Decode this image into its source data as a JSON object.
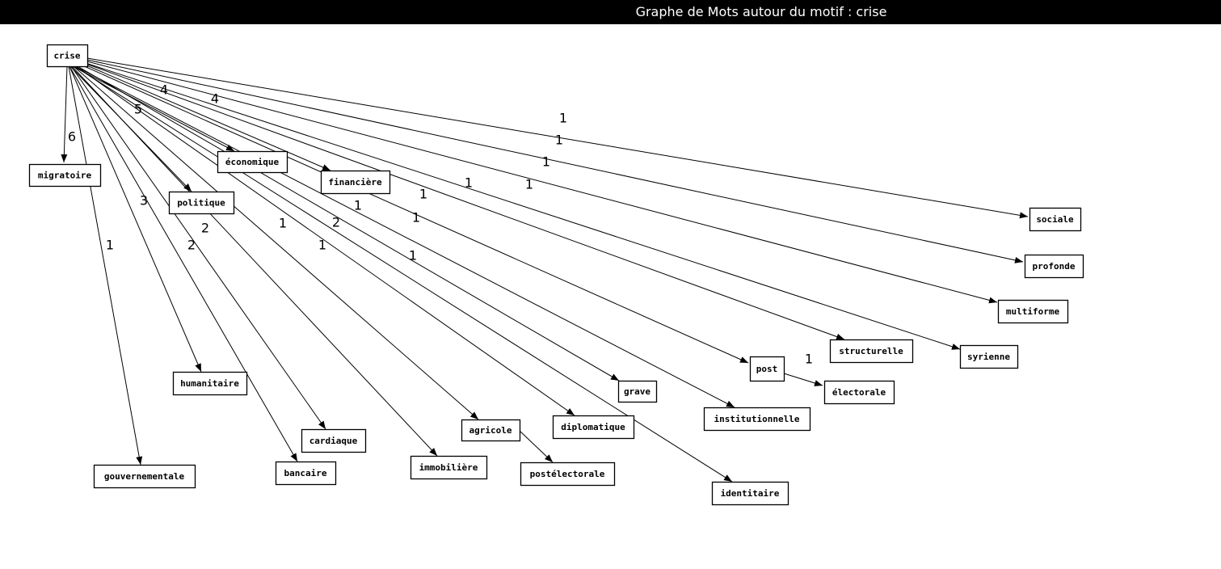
{
  "window": {
    "title": "Graphe de Mots autour du motif : crise"
  },
  "graph": {
    "nodes": [
      {
        "id": "crise",
        "label": "crise"
      },
      {
        "id": "migratoire",
        "label": "migratoire"
      },
      {
        "id": "economique",
        "label": "économique"
      },
      {
        "id": "financiere",
        "label": "financière"
      },
      {
        "id": "politique",
        "label": "politique"
      },
      {
        "id": "sociale",
        "label": "sociale"
      },
      {
        "id": "profonde",
        "label": "profonde"
      },
      {
        "id": "multiforme",
        "label": "multiforme"
      },
      {
        "id": "structurelle",
        "label": "structurelle"
      },
      {
        "id": "syrienne",
        "label": "syrienne"
      },
      {
        "id": "post",
        "label": "post"
      },
      {
        "id": "electorale",
        "label": "électorale"
      },
      {
        "id": "grave",
        "label": "grave"
      },
      {
        "id": "institutionnelle",
        "label": "institutionnelle"
      },
      {
        "id": "humanitaire",
        "label": "humanitaire"
      },
      {
        "id": "agricole",
        "label": "agricole"
      },
      {
        "id": "diplomatique",
        "label": "diplomatique"
      },
      {
        "id": "cardiaque",
        "label": "cardiaque"
      },
      {
        "id": "bancaire",
        "label": "bancaire"
      },
      {
        "id": "immobiliere",
        "label": "immobilière"
      },
      {
        "id": "postelectorale",
        "label": "postélectorale"
      },
      {
        "id": "gouvernementale",
        "label": "gouvernementale"
      },
      {
        "id": "identitaire",
        "label": "identitaire"
      }
    ],
    "edges": [
      {
        "source": "crise",
        "target": "migratoire",
        "weight": "6"
      },
      {
        "source": "crise",
        "target": "economique",
        "weight": "4"
      },
      {
        "source": "crise",
        "target": "financiere",
        "weight": "4"
      },
      {
        "source": "crise",
        "target": "politique",
        "weight": "5"
      },
      {
        "source": "crise",
        "target": "sociale",
        "weight": "1"
      },
      {
        "source": "crise",
        "target": "profonde",
        "weight": "1"
      },
      {
        "source": "crise",
        "target": "multiforme",
        "weight": "1"
      },
      {
        "source": "crise",
        "target": "structurelle",
        "weight": "1"
      },
      {
        "source": "crise",
        "target": "syrienne",
        "weight": "1"
      },
      {
        "source": "crise",
        "target": "post",
        "weight": "1"
      },
      {
        "source": "post",
        "target": "electorale",
        "weight": "1"
      },
      {
        "source": "crise",
        "target": "grave",
        "weight": "1"
      },
      {
        "source": "crise",
        "target": "institutionnelle",
        "weight": "1"
      },
      {
        "source": "crise",
        "target": "humanitaire",
        "weight": "3"
      },
      {
        "source": "crise",
        "target": "agricole",
        "weight": "2"
      },
      {
        "source": "crise",
        "target": "diplomatique",
        "weight": "1"
      },
      {
        "source": "crise",
        "target": "cardiaque",
        "weight": "2"
      },
      {
        "source": "crise",
        "target": "bancaire",
        "weight": "2"
      },
      {
        "source": "crise",
        "target": "immobiliere",
        "weight": "1"
      },
      {
        "source": "agricole",
        "target": "postelectorale",
        "weight": ""
      },
      {
        "source": "crise",
        "target": "gouvernementale",
        "weight": "1"
      },
      {
        "source": "crise",
        "target": "identitaire",
        "weight": "1"
      }
    ]
  }
}
